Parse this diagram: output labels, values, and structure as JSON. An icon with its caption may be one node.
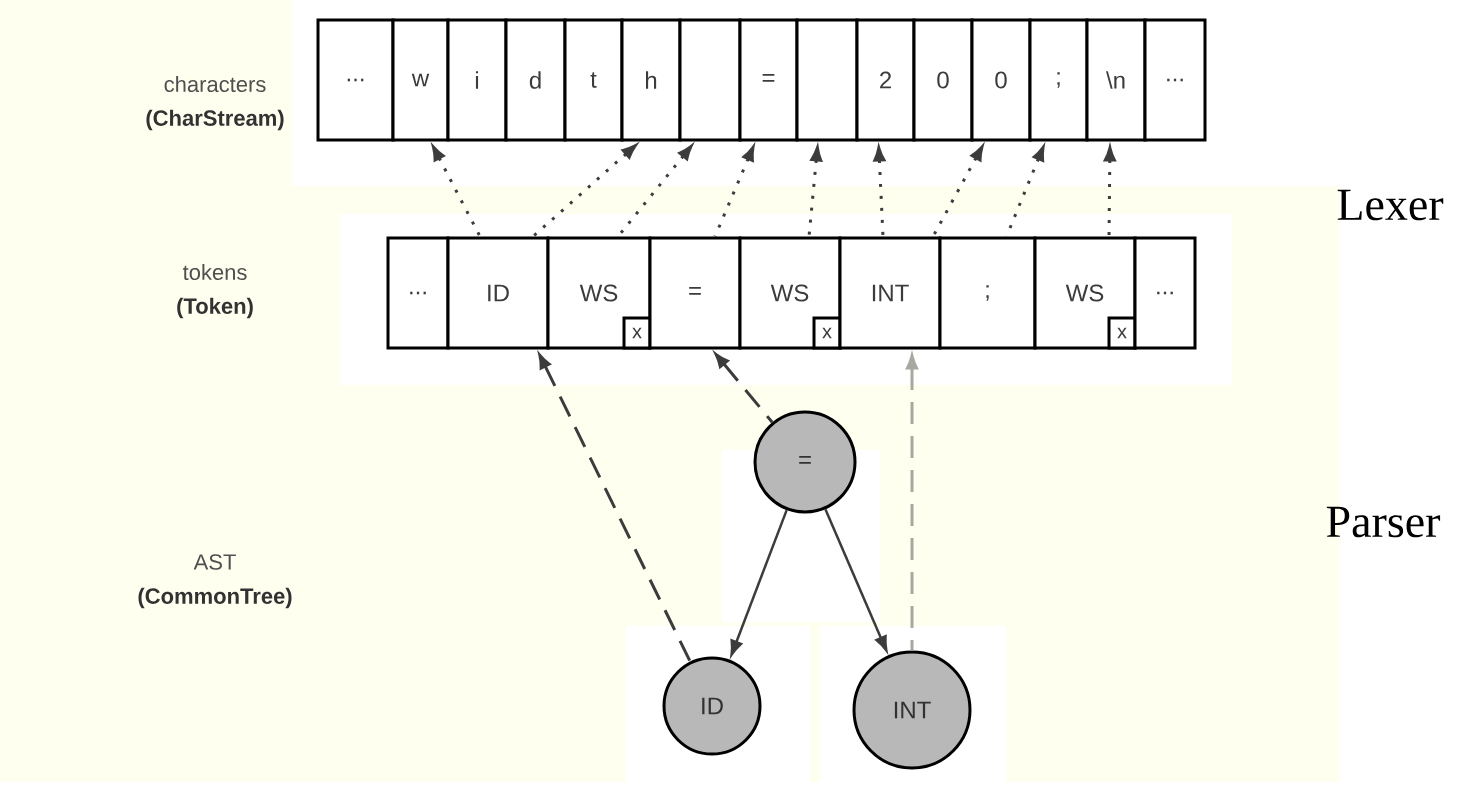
{
  "diagram": {
    "nodes": [
      {
        "text": [
          "..."
        ]
      },
      {
        "text": [
          "w"
        ]
      },
      {
        "text": [
          "i"
        ]
      },
      {
        "text": [
          "d"
        ]
      },
      {
        "text": [
          "t"
        ]
      },
      {
        "text": [
          "h"
        ]
      },
      {
        "text": [],
        "shape": "box"
      },
      {
        "text": [
          "="
        ]
      },
      {
        "text": [],
        "shape": "box"
      },
      {
        "text": [
          "2"
        ]
      },
      {
        "text": [
          "0"
        ]
      },
      {
        "text": [
          "0"
        ]
      },
      {
        "text": [
          ";"
        ]
      },
      {
        "text": [
          "\\n"
        ]
      },
      {
        "text": [
          "..."
        ]
      },
      {
        "text": [
          "..."
        ]
      },
      {
        "text": [
          "ID"
        ]
      },
      {
        "text": [
          "WS"
        ]
      },
      {
        "text": [
          "x"
        ],
        "in": 17
      },
      {
        "text": [
          "="
        ]
      },
      {
        "text": [
          "WS"
        ]
      },
      {
        "text": [
          "x"
        ],
        "in": 20
      },
      {
        "text": [
          "INT"
        ]
      },
      {
        "text": [
          ";"
        ]
      },
      {
        "text": [
          "WS"
        ]
      },
      {
        "text": [
          "x"
        ],
        "in": 24
      },
      {
        "text": [
          "..."
        ]
      },
      {
        "text": [
          "="
        ]
      },
      {
        "text": [
          "ID"
        ]
      },
      {
        "text": [
          "INT"
        ]
      }
    ],
    "edges": [
      {
        "from": 16,
        "to": 1,
        "arrow": "to",
        "style": "dashed"
      },
      {
        "from": 16,
        "to": 5,
        "arrow": "to",
        "style": "dashed"
      },
      {
        "from": 17,
        "to": 6,
        "arrow": "to",
        "style": "dashed"
      },
      {
        "from": 19,
        "to": 7,
        "arrow": "to",
        "style": "dashed"
      },
      {
        "from": 20,
        "to": 8,
        "arrow": "to",
        "style": "dashed"
      },
      {
        "from": 22,
        "to": 9,
        "arrow": "to",
        "style": "dashed"
      },
      {
        "from": 22,
        "to": 11,
        "arrow": "to",
        "style": "dashed"
      },
      {
        "from": 23,
        "to": 12,
        "arrow": "to",
        "style": "dashed"
      },
      {
        "from": 24,
        "to": 13,
        "arrow": "to",
        "style": "dashed"
      },
      {
        "from": 28,
        "to": 16,
        "arrow": "to",
        "style": "dashed"
      },
      {
        "from": 27,
        "to": 19,
        "arrow": "to",
        "style": "dashed"
      },
      {
        "from": 29,
        "to": 22,
        "arrow": "to",
        "style": "dashed",
        "color": "#a8a8a0"
      },
      {
        "from": 27,
        "to": 28,
        "arrow": "to"
      },
      {
        "from": 27,
        "to": 29,
        "arrow": "to"
      }
    ],
    "labels": [
      "characters",
      "(CharStream)",
      "tokens",
      "(Token)",
      "AST",
      "(CommonTree)",
      "Lexer",
      "Parser"
    ]
  }
}
